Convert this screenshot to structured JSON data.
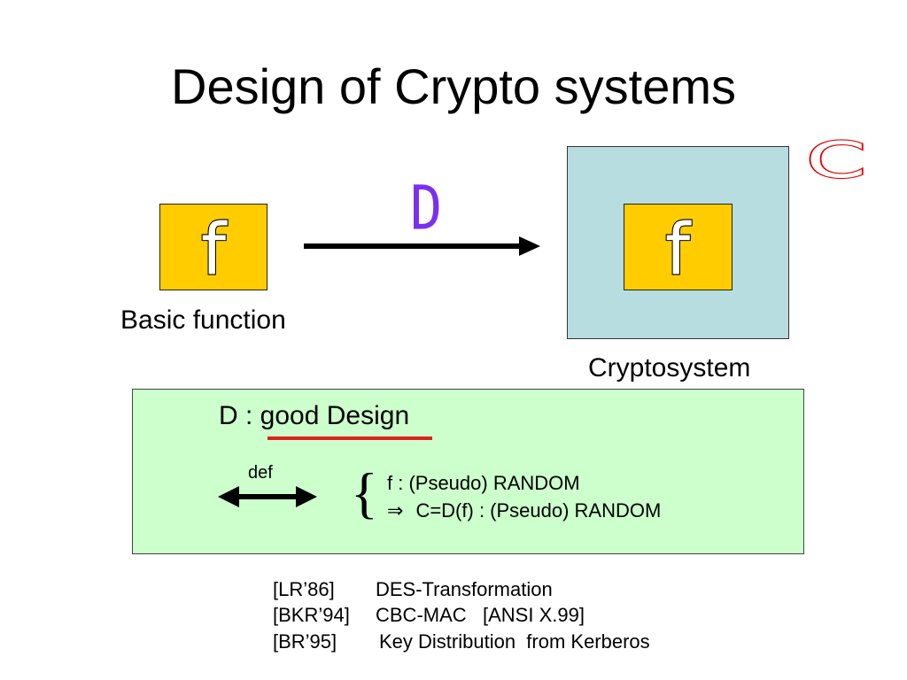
{
  "title": "Design of Crypto systems",
  "basic": {
    "glyph": "f",
    "label": "Basic function"
  },
  "transform": {
    "label": "D"
  },
  "cryptosystem": {
    "glyph": "f",
    "label": "Cryptosystem",
    "container_letter": "C"
  },
  "definition": {
    "heading_prefix": "D : ",
    "heading_underlined": "good Design",
    "relation": "def",
    "brace": "{",
    "conditions": [
      "f : (Pseudo) RANDOM",
      "C=D(f) : (Pseudo) RANDOM"
    ],
    "implies_symbol": "⇒"
  },
  "references": [
    {
      "key": "[LR’86]",
      "text": "DES-Transformation"
    },
    {
      "key": "[BKR’94]",
      "text": "CBC-MAC   [ANSI X.99]"
    },
    {
      "key": "[BR’95]",
      "text": "Key Distribution  from Kerberos"
    }
  ],
  "colors": {
    "function_box": "#FFCC00",
    "cryptosystem_box": "#B7DDE1",
    "definition_panel": "#CCFFCC",
    "d_label": "#7B2FF0",
    "c_label": "#E00000",
    "underline": "#E02020"
  }
}
